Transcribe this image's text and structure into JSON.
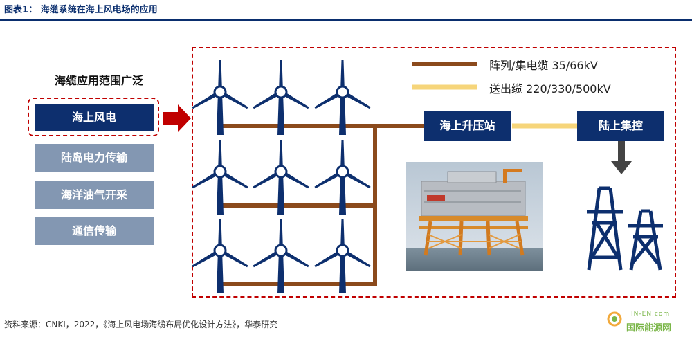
{
  "figure": {
    "title": "图表1：  海缆系统在海上风电场的应用",
    "source": "资料来源：CNKI，2022，《海上风电场海缆布局优化设计方法》，华泰研究"
  },
  "sidebar": {
    "heading": "海缆应用范围广泛",
    "items": [
      {
        "label": "海上风电"
      },
      {
        "label": "陆岛电力传输"
      },
      {
        "label": "海洋油气开采"
      },
      {
        "label": "通信传输"
      }
    ]
  },
  "legend": {
    "array_cable": {
      "label": "阵列/集电缆 35/66kV",
      "color": "#8b4a1c"
    },
    "export_cable": {
      "label": "送出缆 220/330/500kV",
      "color": "#f6d57a"
    }
  },
  "nodes": {
    "offshore_substation": "海上升压站",
    "onshore_control": "陆上集控"
  },
  "watermark": {
    "brand": "国际能源网",
    "sub": "IN-EN.com"
  },
  "colors": {
    "navy": "#0d2f6e",
    "red": "#c00000",
    "gray_box": "#8397b2",
    "turbine": "#0d2f6e"
  }
}
